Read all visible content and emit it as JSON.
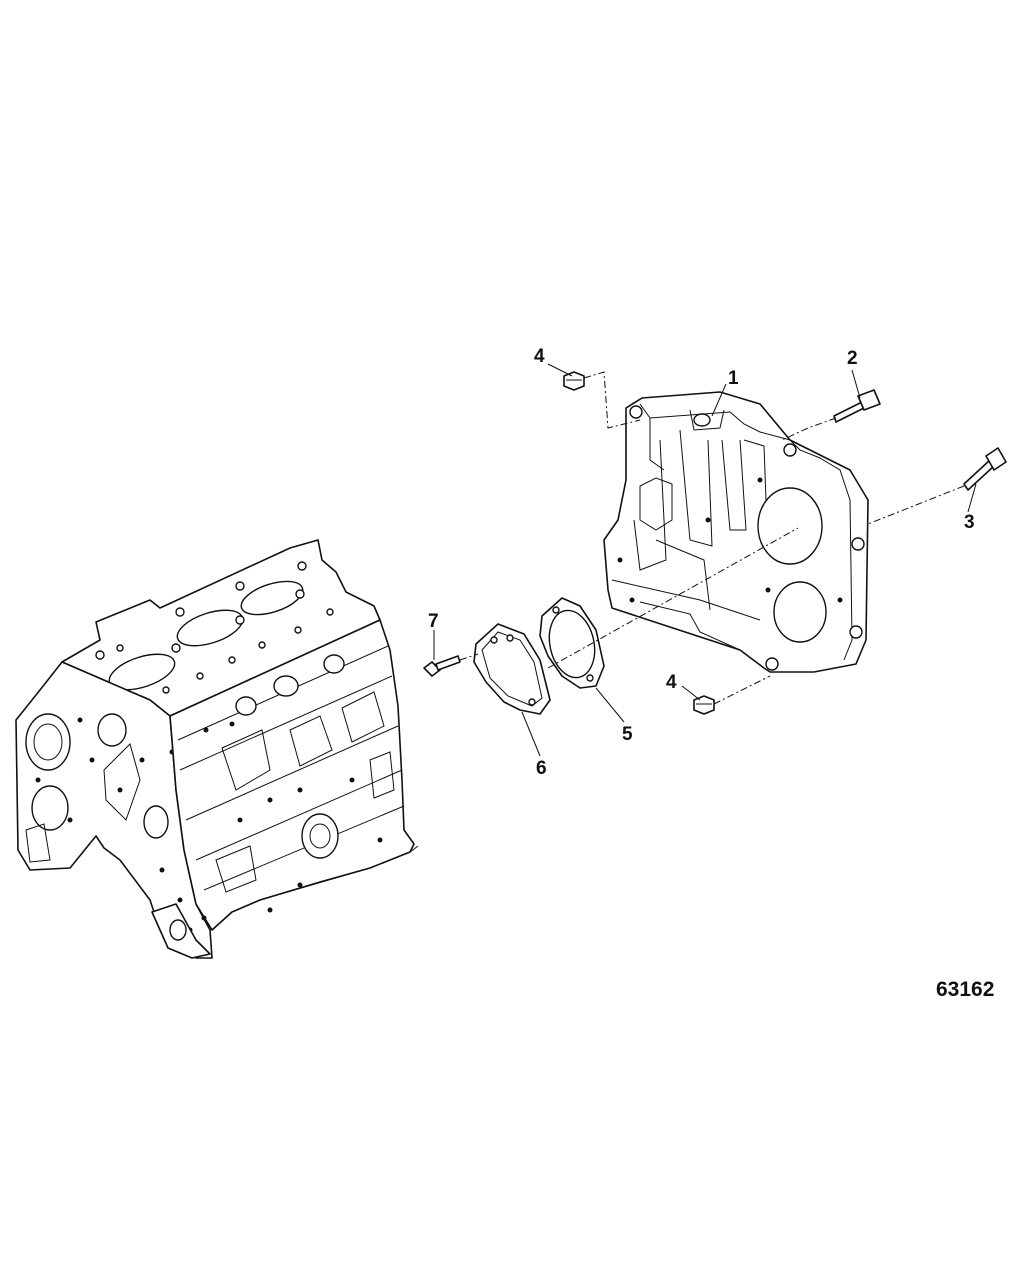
{
  "figure": {
    "id_label": "63162"
  },
  "callouts": [
    {
      "key": "c1",
      "label": "1"
    },
    {
      "key": "c2",
      "label": "2"
    },
    {
      "key": "c3",
      "label": "3"
    },
    {
      "key": "c4a",
      "label": "4"
    },
    {
      "key": "c4b",
      "label": "4"
    },
    {
      "key": "c5",
      "label": "5"
    },
    {
      "key": "c6",
      "label": "6"
    },
    {
      "key": "c7",
      "label": "7"
    }
  ]
}
